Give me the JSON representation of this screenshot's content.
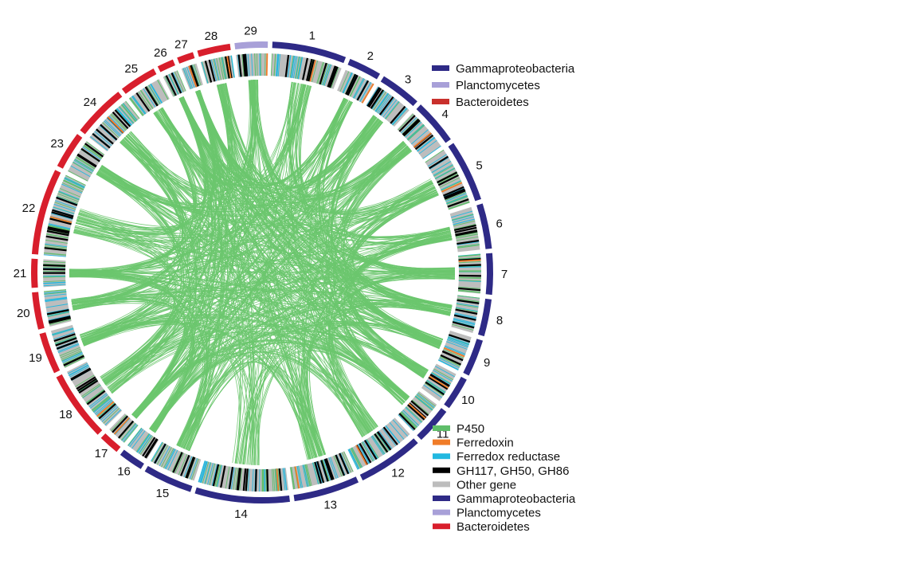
{
  "colors": {
    "P450": "#5fbe6a",
    "Ferredoxin": "#f07c28",
    "Ferredox reductase": "#22b8e0",
    "GH": "#000000",
    "Other gene": "#bdbdbd",
    "Gammaproteobacteria": "#2e2a86",
    "Planctomycetes": "#a8a0d8",
    "Bacteroidetes": "#d81e2c",
    "Bacteroidetes_top": "#c9302c",
    "link": "#6cc66e"
  },
  "segments": [
    {
      "label": "1",
      "phylum": "Gammaproteobacteria"
    },
    {
      "label": "2",
      "phylum": "Gammaproteobacteria"
    },
    {
      "label": "3",
      "phylum": "Gammaproteobacteria"
    },
    {
      "label": "4",
      "phylum": "Gammaproteobacteria"
    },
    {
      "label": "5",
      "phylum": "Gammaproteobacteria"
    },
    {
      "label": "6",
      "phylum": "Gammaproteobacteria"
    },
    {
      "label": "7",
      "phylum": "Gammaproteobacteria"
    },
    {
      "label": "8",
      "phylum": "Gammaproteobacteria"
    },
    {
      "label": "9",
      "phylum": "Gammaproteobacteria"
    },
    {
      "label": "10",
      "phylum": "Gammaproteobacteria"
    },
    {
      "label": "11",
      "phylum": "Gammaproteobacteria"
    },
    {
      "label": "12",
      "phylum": "Gammaproteobacteria"
    },
    {
      "label": "13",
      "phylum": "Gammaproteobacteria"
    },
    {
      "label": "14",
      "phylum": "Gammaproteobacteria"
    },
    {
      "label": "15",
      "phylum": "Gammaproteobacteria"
    },
    {
      "label": "16",
      "phylum": "Gammaproteobacteria"
    },
    {
      "label": "17",
      "phylum": "Bacteroidetes"
    },
    {
      "label": "18",
      "phylum": "Bacteroidetes"
    },
    {
      "label": "19",
      "phylum": "Bacteroidetes"
    },
    {
      "label": "20",
      "phylum": "Bacteroidetes"
    },
    {
      "label": "21",
      "phylum": "Bacteroidetes"
    },
    {
      "label": "22",
      "phylum": "Bacteroidetes"
    },
    {
      "label": "23",
      "phylum": "Bacteroidetes"
    },
    {
      "label": "24",
      "phylum": "Bacteroidetes"
    },
    {
      "label": "25",
      "phylum": "Bacteroidetes"
    },
    {
      "label": "26",
      "phylum": "Bacteroidetes"
    },
    {
      "label": "27",
      "phylum": "Bacteroidetes"
    },
    {
      "label": "28",
      "phylum": "Bacteroidetes"
    },
    {
      "label": "29",
      "phylum": "Planctomycetes"
    }
  ],
  "legend_top": [
    {
      "label": "Gammaproteobacteria",
      "color_key": "Gammaproteobacteria"
    },
    {
      "label": "Planctomycetes",
      "color_key": "Planctomycetes"
    },
    {
      "label": "Bacteroidetes",
      "color_key": "Bacteroidetes_top"
    }
  ],
  "legend_bottom": [
    {
      "label": "P450",
      "color_key": "P450"
    },
    {
      "label": "Ferredoxin",
      "color_key": "Ferredoxin"
    },
    {
      "label": "Ferredox reductase",
      "color_key": "Ferredox reductase"
    },
    {
      "label": "GH117, GH50, GH86",
      "color_key": "GH"
    },
    {
      "label": "Other gene",
      "color_key": "Other gene"
    },
    {
      "label": "Gammaproteobacteria",
      "color_key": "Gammaproteobacteria"
    },
    {
      "label": "Planctomycetes",
      "color_key": "Planctomycetes"
    },
    {
      "label": "Bacteroidetes",
      "color_key": "Bacteroidetes"
    }
  ]
}
